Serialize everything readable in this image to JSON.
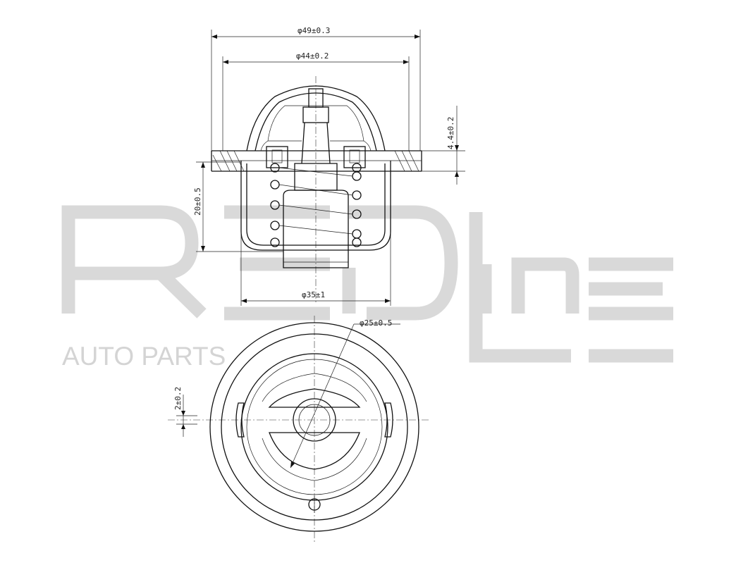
{
  "watermark": {
    "brand": "RED LINE",
    "subtitle": "AUTO PARTS"
  },
  "dimensions": {
    "outer_flange_diameter": "φ49±0.3",
    "seal_diameter": "φ44±0.2",
    "flange_thickness": "4.4±0.2",
    "body_height": "20±0.5",
    "cup_diameter": "φ35±1",
    "valve_diameter": "φ25±0.5",
    "jiggle_offset": "2±0.2"
  },
  "colors": {
    "line": "#111111",
    "watermark": "#d9d9d9"
  }
}
